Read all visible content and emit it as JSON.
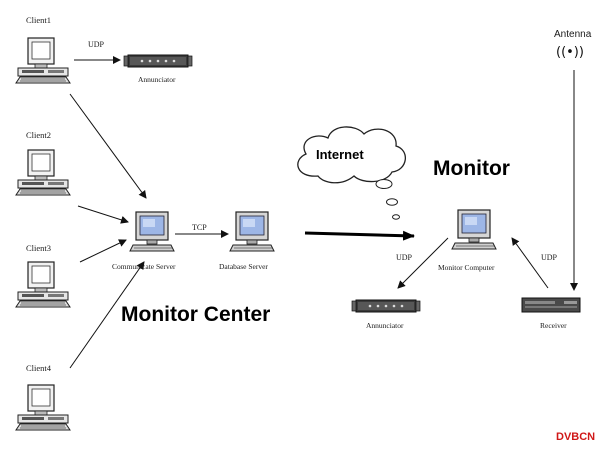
{
  "clients": [
    {
      "label": "Client1"
    },
    {
      "label": "Client2"
    },
    {
      "label": "Client3"
    },
    {
      "label": "Client4"
    }
  ],
  "monitor_center": {
    "title": "Monitor Center",
    "communicate_server": "Communicate Server",
    "database_server": "Database Server",
    "annunciator": "Annunciator",
    "tcp_label": "TCP",
    "udp_label": "UDP"
  },
  "internet": {
    "label": "Internet"
  },
  "monitor": {
    "title": "Monitor",
    "computer": "Monitor Computer",
    "annunciator": "Annunciator",
    "receiver": "Receiver",
    "udp_left": "UDP",
    "udp_right": "UDP"
  },
  "antenna": {
    "label": "Antenna",
    "symbol": "((•))"
  },
  "watermark": "DVBCN",
  "icons": [
    "computer-icon",
    "server-icon",
    "rack-device-icon",
    "cloud-icon",
    "antenna-icon"
  ]
}
